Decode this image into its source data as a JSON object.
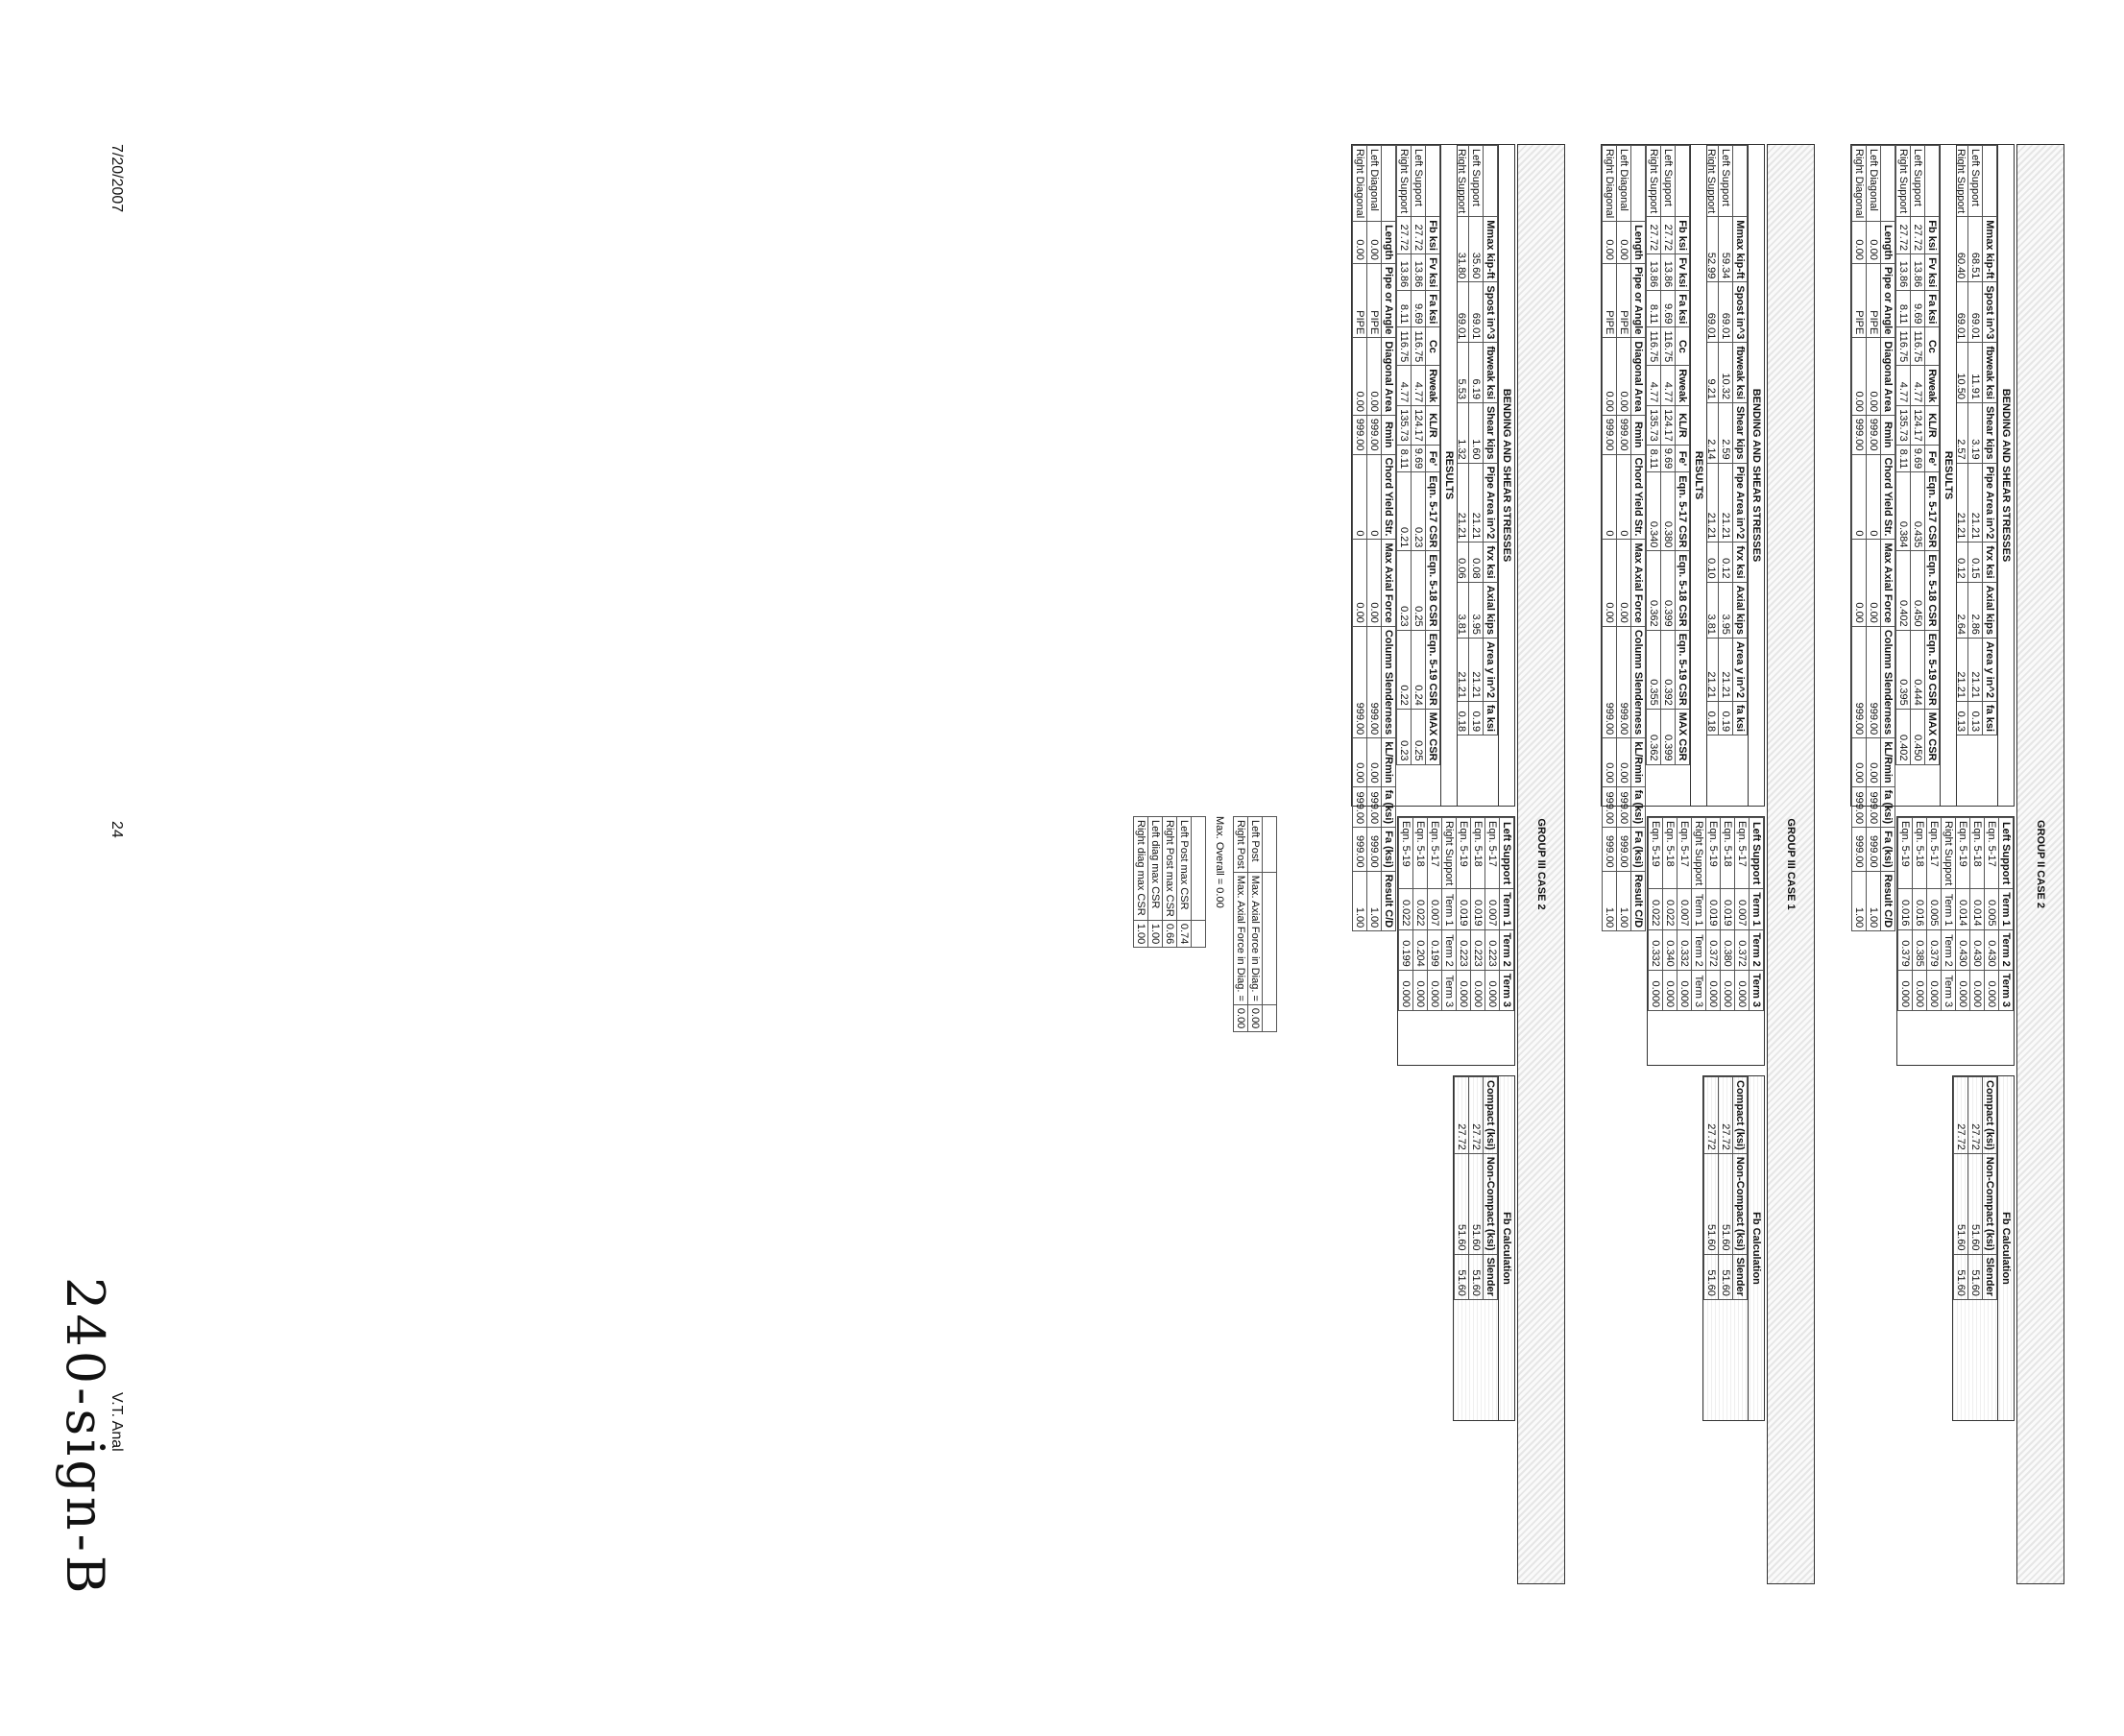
{
  "page": {
    "date": "7/20/2007",
    "page_number": "24",
    "author": "V.T. Anal",
    "handwritten_note": "240-sign-B"
  },
  "groups": [
    {
      "title": "GROUP II CASE 2",
      "bending": {
        "caption": "BENDING AND SHEAR STRESSES",
        "headers": [
          "",
          "Mmax kip-ft",
          "Spost in^3",
          "fbweak ksi",
          "Shear kips",
          "Pipe Area in^2",
          "fvx ksi",
          "Axial kips",
          "Area y in^2",
          "fa ksi"
        ],
        "rows": [
          [
            "Left Support",
            "68.51",
            "69.01",
            "11.91",
            "3.19",
            "21.21",
            "0.15",
            "2.86",
            "21.21",
            "0.13"
          ],
          [
            "Right Support",
            "60.40",
            "69.01",
            "10.50",
            "2.57",
            "21.21",
            "0.12",
            "2.64",
            "21.21",
            "0.13"
          ]
        ]
      },
      "results": {
        "caption": "RESULTS",
        "headers": [
          "",
          "Fb ksi",
          "Fv ksi",
          "Fa ksi",
          "Cc",
          "Rweak",
          "KL/R",
          "Fe'",
          "Eqn. 5-17 CSR",
          "Eqn. 5-18 CSR",
          "Eqn. 5-19 CSR",
          "MAX CSR"
        ],
        "rows": [
          [
            "Left Support",
            "27.72",
            "13.86",
            "9.69",
            "116.75",
            "4.77",
            "124.17",
            "9.69",
            "0.435",
            "0.450",
            "0.444",
            "0.450"
          ],
          [
            "Right Support",
            "27.72",
            "13.86",
            "8.11",
            "116.75",
            "4.77",
            "135.73",
            "8.11",
            "0.384",
            "0.402",
            "0.395",
            "0.402"
          ]
        ]
      },
      "diagonal": {
        "headers": [
          "",
          "Length",
          "Pipe or Angle",
          "Diagonal Area",
          "Rmin",
          "Chord Yield Str.",
          "Max Axial Force",
          "Column Slenderness",
          "kL/Rmin",
          "fa (ksi)",
          "Fa (ksi)",
          "Result C/D"
        ],
        "rows": [
          [
            "Left Diagonal",
            "0.00",
            "PIPE",
            "0.00",
            "999.00",
            "0",
            "0.00",
            "999.00",
            "0.00",
            "999.00",
            "999.00",
            "1.00"
          ],
          [
            "Right Diagonal",
            "0.00",
            "PIPE",
            "0.00",
            "999.00",
            "0",
            "0.00",
            "999.00",
            "0.00",
            "999.00",
            "999.00",
            "1.00"
          ]
        ]
      },
      "terms": {
        "headers": [
          "Left Support",
          "Term 1",
          "Term 2",
          "Term 3"
        ],
        "rows": [
          [
            "Eqn. 5-17",
            "0.005",
            "0.430",
            "0.000"
          ],
          [
            "Eqn. 5-18",
            "0.014",
            "0.430",
            "0.000"
          ],
          [
            "Eqn. 5-19",
            "0.014",
            "0.430",
            "0.000"
          ],
          [
            "Right Support",
            "Term 1",
            "Term 2",
            "Term 3"
          ],
          [
            "Eqn. 5-17",
            "0.005",
            "0.379",
            "0.000"
          ],
          [
            "Eqn. 5-18",
            "0.016",
            "0.385",
            "0.000"
          ],
          [
            "Eqn. 5-19",
            "0.016",
            "0.379",
            "0.000"
          ]
        ]
      },
      "fb_calc": {
        "caption": "Fb Calculation",
        "headers": [
          "Compact (ksi)",
          "Non-Compact (ksi)",
          "Slender"
        ],
        "rows": [
          [
            "27.72",
            "51.60",
            "51.60"
          ],
          [
            "27.72",
            "51.60",
            "51.60"
          ]
        ]
      }
    },
    {
      "title": "GROUP III CASE 1",
      "bending": {
        "caption": "BENDING AND SHEAR STRESSES",
        "headers": [
          "",
          "Mmax kip-ft",
          "Spost in^3",
          "fbweak ksi",
          "Shear kips",
          "Pipe Area in^2",
          "fvx ksi",
          "Axial kips",
          "Area y in^2",
          "fa ksi"
        ],
        "rows": [
          [
            "Left Support",
            "59.34",
            "69.01",
            "10.32",
            "2.59",
            "21.21",
            "0.12",
            "3.95",
            "21.21",
            "0.19"
          ],
          [
            "Right Support",
            "52.99",
            "69.01",
            "9.21",
            "2.14",
            "21.21",
            "0.10",
            "3.81",
            "21.21",
            "0.18"
          ]
        ]
      },
      "results": {
        "caption": "RESULTS",
        "headers": [
          "",
          "Fb ksi",
          "Fv ksi",
          "Fa ksi",
          "Cc",
          "Rweak",
          "KL/R",
          "Fe'",
          "Eqn. 5-17 CSR",
          "Eqn. 5-18 CSR",
          "Eqn. 5-19 CSR",
          "MAX CSR"
        ],
        "rows": [
          [
            "Left Support",
            "27.72",
            "13.86",
            "9.69",
            "116.75",
            "4.77",
            "124.17",
            "9.69",
            "0.380",
            "0.399",
            "0.392",
            "0.399"
          ],
          [
            "Right Support",
            "27.72",
            "13.86",
            "8.11",
            "116.75",
            "4.77",
            "135.73",
            "8.11",
            "0.340",
            "0.362",
            "0.355",
            "0.362"
          ]
        ]
      },
      "diagonal": {
        "headers": [
          "",
          "Length",
          "Pipe or Angle",
          "Diagonal Area",
          "Rmin",
          "Chord Yield Str.",
          "Max Axial Force",
          "Column Slenderness",
          "kL/Rmin",
          "fa (ksi)",
          "Fa (ksi)",
          "Result C/D"
        ],
        "rows": [
          [
            "Left Diagonal",
            "0.00",
            "PIPE",
            "0.00",
            "999.00",
            "0",
            "0.00",
            "999.00",
            "0.00",
            "999.00",
            "999.00",
            "1.00"
          ],
          [
            "Right Diagonal",
            "0.00",
            "PIPE",
            "0.00",
            "999.00",
            "0",
            "0.00",
            "999.00",
            "0.00",
            "999.00",
            "999.00",
            "1.00"
          ]
        ]
      },
      "terms": {
        "headers": [
          "Left Support",
          "Term 1",
          "Term 2",
          "Term 3"
        ],
        "rows": [
          [
            "Eqn. 5-17",
            "0.007",
            "0.372",
            "0.000"
          ],
          [
            "Eqn. 5-18",
            "0.019",
            "0.380",
            "0.000"
          ],
          [
            "Eqn. 5-19",
            "0.019",
            "0.372",
            "0.000"
          ],
          [
            "Right Support",
            "Term 1",
            "Term 2",
            "Term 3"
          ],
          [
            "Eqn. 5-17",
            "0.007",
            "0.332",
            "0.000"
          ],
          [
            "Eqn. 5-18",
            "0.022",
            "0.340",
            "0.000"
          ],
          [
            "Eqn. 5-19",
            "0.022",
            "0.332",
            "0.000"
          ]
        ]
      },
      "fb_calc": {
        "caption": "Fb Calculation",
        "headers": [
          "Compact (ksi)",
          "Non-Compact (ksi)",
          "Slender"
        ],
        "rows": [
          [
            "27.72",
            "51.60",
            "51.60"
          ],
          [
            "27.72",
            "51.60",
            "51.60"
          ]
        ]
      }
    },
    {
      "title": "GROUP III CASE 2",
      "bending": {
        "caption": "BENDING AND SHEAR STRESSES",
        "headers": [
          "",
          "Mmax kip-ft",
          "Spost in^3",
          "fbweak ksi",
          "Shear kips",
          "Pipe Area in^2",
          "fvx ksi",
          "Axial kips",
          "Area y in^2",
          "fa ksi"
        ],
        "rows": [
          [
            "Left Support",
            "35.60",
            "69.01",
            "6.19",
            "1.60",
            "21.21",
            "0.08",
            "3.95",
            "21.21",
            "0.19"
          ],
          [
            "Right Support",
            "31.80",
            "69.01",
            "5.53",
            "1.32",
            "21.21",
            "0.06",
            "3.81",
            "21.21",
            "0.18"
          ]
        ]
      },
      "results": {
        "caption": "RESULTS",
        "headers": [
          "",
          "Fb ksi",
          "Fv ksi",
          "Fa ksi",
          "Cc",
          "Rweak",
          "KL/R",
          "Fe'",
          "Eqn. 5-17 CSR",
          "Eqn. 5-18 CSR",
          "Eqn. 5-19 CSR",
          "MAX CSR"
        ],
        "rows": [
          [
            "Left Support",
            "27.72",
            "13.86",
            "9.69",
            "116.75",
            "4.77",
            "124.17",
            "9.69",
            "0.23",
            "0.25",
            "0.24",
            "0.25"
          ],
          [
            "Right Support",
            "27.72",
            "13.86",
            "8.11",
            "116.75",
            "4.77",
            "135.73",
            "8.11",
            "0.21",
            "0.23",
            "0.22",
            "0.23"
          ]
        ]
      },
      "diagonal": {
        "headers": [
          "",
          "Length",
          "Pipe or Angle",
          "Diagonal Area",
          "Rmin",
          "Chord Yield Str.",
          "Max Axial Force",
          "Column Slenderness",
          "kL/Rmin",
          "fa (ksi)",
          "Fa (ksi)",
          "Result C/D"
        ],
        "rows": [
          [
            "Left Diagonal",
            "0.00",
            "PIPE",
            "0.00",
            "999.00",
            "0",
            "0.00",
            "999.00",
            "0.00",
            "999.00",
            "999.00",
            "1.00"
          ],
          [
            "Right Diagonal",
            "0.00",
            "PIPE",
            "0.00",
            "999.00",
            "0",
            "0.00",
            "999.00",
            "0.00",
            "999.00",
            "999.00",
            "1.00"
          ]
        ]
      },
      "terms": {
        "headers": [
          "Left Support",
          "Term 1",
          "Term 2",
          "Term 3"
        ],
        "rows": [
          [
            "Eqn. 5-17",
            "0.007",
            "0.223",
            "0.000"
          ],
          [
            "Eqn. 5-18",
            "0.019",
            "0.223",
            "0.000"
          ],
          [
            "Eqn. 5-19",
            "0.019",
            "0.223",
            "0.000"
          ],
          [
            "Right Support",
            "Term 1",
            "Term 2",
            "Term 3"
          ],
          [
            "Eqn. 5-17",
            "0.007",
            "0.199",
            "0.000"
          ],
          [
            "Eqn. 5-18",
            "0.022",
            "0.204",
            "0.000"
          ],
          [
            "Eqn. 5-19",
            "0.022",
            "0.199",
            "0.000"
          ]
        ]
      },
      "fb_calc": {
        "caption": "Fb Calculation",
        "headers": [
          "Compact (ksi)",
          "Non-Compact (ksi)",
          "Slender"
        ],
        "rows": [
          [
            "27.72",
            "51.60",
            "51.60"
          ],
          [
            "27.72",
            "51.60",
            "51.60"
          ]
        ]
      }
    }
  ],
  "summary": {
    "posts": [
      [
        "Left Post",
        "Max. Axial Force in Diag. =",
        "0.00"
      ],
      [
        "Right Post",
        "Max. Axial Force in Diag. =",
        "0.00"
      ]
    ],
    "max_overall_label": "Max. Overall =",
    "max_overall_value": "0.00",
    "max_csr": [
      [
        "Left Post max CSR",
        "0.74"
      ],
      [
        "Right Post max CSR",
        "0.66"
      ],
      [
        "Left diag max CSR",
        "1.00"
      ],
      [
        "Right diag max CSR",
        "1.00"
      ]
    ]
  }
}
